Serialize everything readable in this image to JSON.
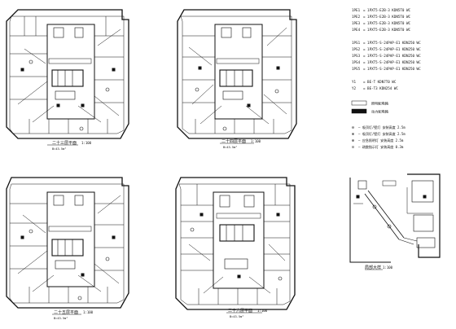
{
  "plans": [
    {
      "id": "plan-1",
      "title": "二十三层平面",
      "scale": "1:100",
      "note": "B=43.5m²"
    },
    {
      "id": "plan-2",
      "title": "二十四层平面",
      "scale": "1:100",
      "note": "B=43.5m²"
    },
    {
      "id": "plan-3",
      "title": "二十五层平面",
      "scale": "1:100",
      "note": "B=43.5m²"
    },
    {
      "id": "plan-4",
      "title": "二十六层平面",
      "scale": "1:100",
      "note": "B=43.5m²"
    },
    {
      "id": "plan-5",
      "title": "局部大样",
      "scale": "1:100"
    }
  ],
  "legend": {
    "group_a": [
      {
        "code": "1PE1",
        "text": "= 1PXT5-E2B-3 KDN5T0 WC"
      },
      {
        "code": "1PE2",
        "text": "= 1PXT5-E2B-3 KDN5T0 WC"
      },
      {
        "code": "1PE3",
        "text": "= 1PXT5-E2B-3 KDN5T0 WC"
      },
      {
        "code": "1PE4",
        "text": "= 1PXT5-E2B-3 KDN5T0 WC"
      }
    ],
    "group_b": [
      {
        "code": "1PS1",
        "text": "= 1PXT5-S-24PAP-E1 KDN250 WC"
      },
      {
        "code": "1PS2",
        "text": "= 1PXT5-S-24PAP-E1 KDN250 WC"
      },
      {
        "code": "1PS3",
        "text": "= 1PXT5-S-24PAP-E1 KDN250 WC"
      },
      {
        "code": "1PS4",
        "text": "= 1PXT5-S-24PAP-E1 KDN250 WC"
      },
      {
        "code": "1PS5",
        "text": "= 1PXT5-S-24PAP-E1 KDN250 WC"
      }
    ],
    "group_c": [
      {
        "code": "Y1",
        "text": "= BE-T KDN7T0 WC"
      },
      {
        "code": "Y2",
        "text": "= BE-T3 KDN254 WC"
      }
    ],
    "boxes": [
      "照明配电箱",
      "动力配电箱"
    ],
    "symbols": [
      {
        "symbol": "⊖",
        "text": "— 吸顶灯/壁灯 安装高度 2.5m"
      },
      {
        "symbol": "⊗",
        "text": "— 吸顶灯/壁灯 安装高度 2.5m"
      },
      {
        "symbol": "⊕",
        "text": "— 应急照明灯 安装高度 2.5m"
      },
      {
        "symbol": "⊝",
        "text": "— 疏散指示灯 安装高度 0.3m"
      }
    ]
  }
}
